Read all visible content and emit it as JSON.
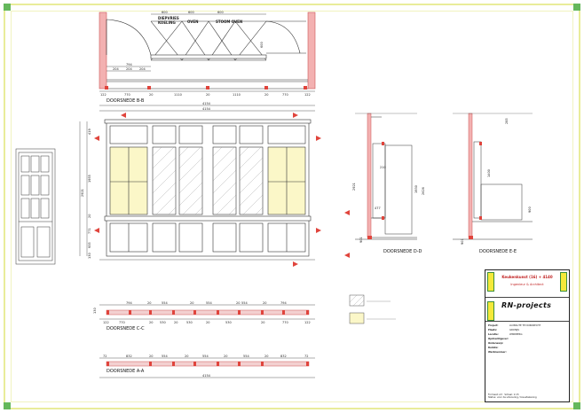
{
  "sections": {
    "b": "DOORSNEDE B-B",
    "c": "DOORSNEDE C-C",
    "a": "DOORSNEDE A-A",
    "d": "DOORSNEDE D-D",
    "e": "DOORSNEDE E-E"
  },
  "plan_labels": {
    "l1": "DIEPVRIES",
    "l1b": "KOELING",
    "l2": "OVEN",
    "l3": "STOOM OVEN"
  },
  "dims": {
    "top_mods": [
      "600",
      "600",
      "600"
    ],
    "b_small": [
      "794",
      "204",
      "204",
      "204"
    ],
    "b_row": [
      "122",
      "770",
      "20",
      "1110",
      "20",
      "1110",
      "20",
      "770",
      "122"
    ],
    "total": "4154",
    "elev_left": [
      "419",
      "1955",
      "20",
      "771",
      "935",
      "130"
    ],
    "elev_overall": "2921",
    "cc_top": [
      "794",
      "20",
      "554",
      "20",
      "554",
      "20",
      "554",
      "20",
      "794"
    ],
    "cc_bot": [
      "122",
      "770",
      "20",
      "530",
      "20",
      "530",
      "20",
      "530",
      "20",
      "770",
      "122"
    ],
    "aa_row": [
      "72",
      "832",
      "20",
      "554",
      "20",
      "554",
      "20",
      "554",
      "20",
      "832",
      "72"
    ],
    "dd": [
      "2626",
      "2921",
      "1930",
      "210",
      "477",
      "901"
    ],
    "ee": [
      "285",
      "1400",
      "900",
      "901"
    ]
  },
  "legend": [
    {
      "label": "",
      "color": "#ffffff"
    },
    {
      "label": "",
      "color": "#fbf7c8"
    }
  ],
  "title_block": {
    "banner_title": "Keukenkunst (16) + 4140",
    "banner_sub": "Ingenieur & Architect",
    "brand": "RN-projects",
    "brand_sub": "",
    "rows": [
      {
        "k": "Project:",
        "v": "LUXBAUTE TE DORDRECHT"
      },
      {
        "k": "Plaats:",
        "v": "GRONIJS"
      },
      {
        "k": "Locatie:",
        "v": "WINDBERG"
      },
      {
        "k": "Opdrachtgever:",
        "v": ""
      },
      {
        "k": "Onderwerp:",
        "v": ""
      },
      {
        "k": "Ruimte:",
        "v": ""
      },
      {
        "k": "Werknummer:",
        "v": ""
      }
    ],
    "format_label": "Formaat: A3",
    "scale_label": "Schaal: 1:15",
    "footer": "Status: voor de uitvoering / bouwtekening"
  },
  "colors": {
    "red_mark": "#e0443c",
    "pink_hatch": "#f3b1b1",
    "glass_yellow": "#fbf7c8",
    "line": "#333333"
  }
}
